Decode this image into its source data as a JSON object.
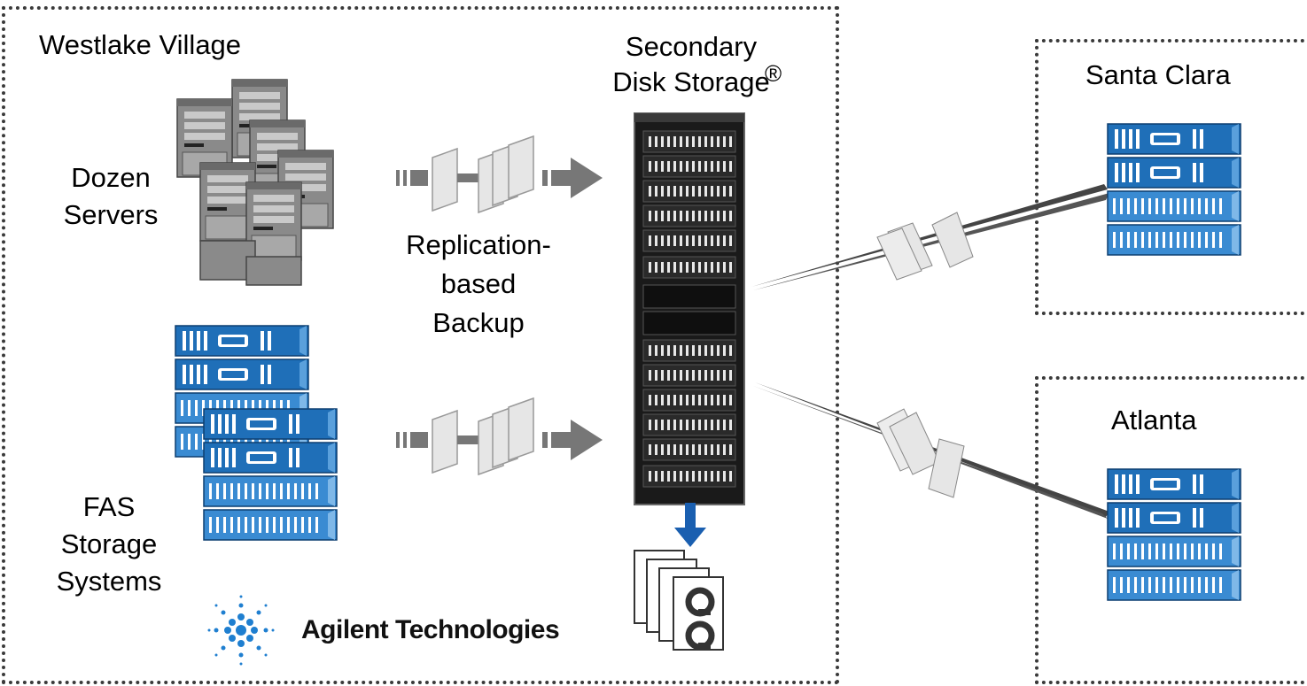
{
  "regions": {
    "westlake": {
      "title": "Westlake Village"
    },
    "santa_clara": {
      "title": "Santa Clara"
    },
    "atlanta": {
      "title": "Atlanta"
    }
  },
  "labels": {
    "servers_line1": "Dozen",
    "servers_line2": "Servers",
    "fas_line1": "FAS",
    "fas_line2": "Storage",
    "fas_line3": "Systems",
    "replication_line1": "Replication-",
    "replication_line2": "based",
    "replication_line3": "Backup",
    "secondary_line1": "Secondary",
    "secondary_line2": "Disk Storage",
    "registered_mark": "®"
  },
  "logo": {
    "text": "Agilent Technologies",
    "icon": "agilent-spark-icon"
  },
  "colors": {
    "storage_blue": "#1f6fb8",
    "storage_light": "#5aa0dc",
    "server_gray": "#7a7a7a",
    "rack_black": "#1a1a1a",
    "arrow_gray": "#777777",
    "down_arrow_blue": "#1a5fb0"
  }
}
